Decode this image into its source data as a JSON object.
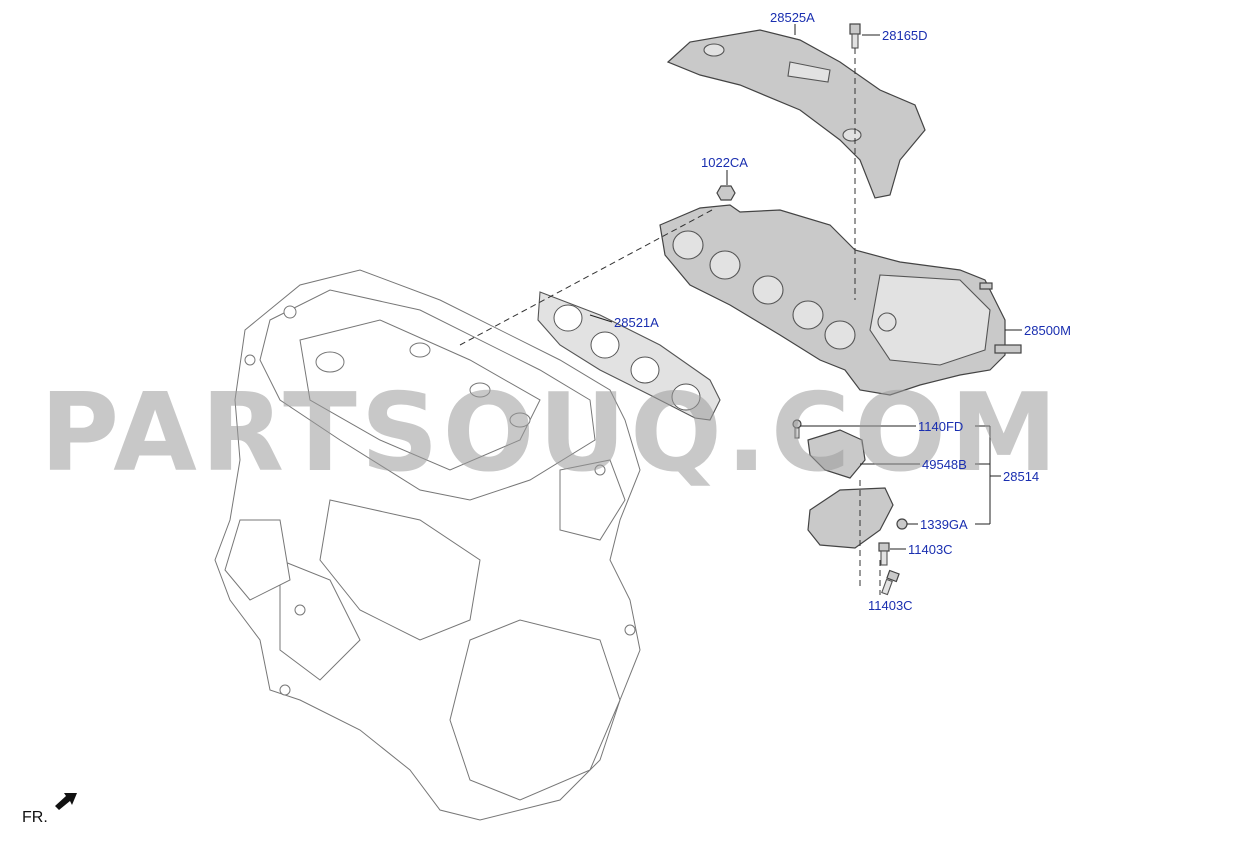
{
  "callouts": {
    "heat_shield_upper": "28525A",
    "bolt_top": "28165D",
    "nut": "1022CA",
    "gasket": "28521A",
    "manifold_converter": "28500M",
    "bolt_1140": "1140FD",
    "bracket_upper": "49548B",
    "bracket_assembly": "28514",
    "nut_1339": "1339GA",
    "bolt_11403_a": "11403C",
    "bolt_11403_b": "11403C"
  },
  "front_indicator": "FR.",
  "watermark": "PARTSOUQ.COM",
  "colors": {
    "callout_text": "#1a2fb0",
    "watermark": "#9a9a9a"
  }
}
